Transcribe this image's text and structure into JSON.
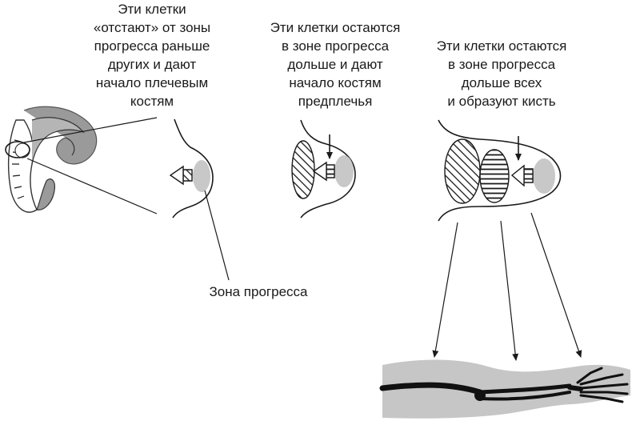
{
  "captions": {
    "col1": [
      "Эти клетки",
      "«отстают» от зоны",
      "прогресса раньше",
      "других и дают",
      "начало плечевым",
      "костям"
    ],
    "col2": [
      "Эти клетки остаются",
      "в зоне прогресса",
      "дольше и дают",
      "начало костям",
      "предплечья"
    ],
    "col3": [
      "Эти клетки остаются",
      "в зоне прогресса",
      "дольше всех",
      "и образуют кисть"
    ]
  },
  "zone_label": "Зона прогресса",
  "colors": {
    "line": "#1a1a1a",
    "zone_grey": "#c8c8c8",
    "embryo_grey": "#9a9a9a",
    "bone": "#111111"
  }
}
